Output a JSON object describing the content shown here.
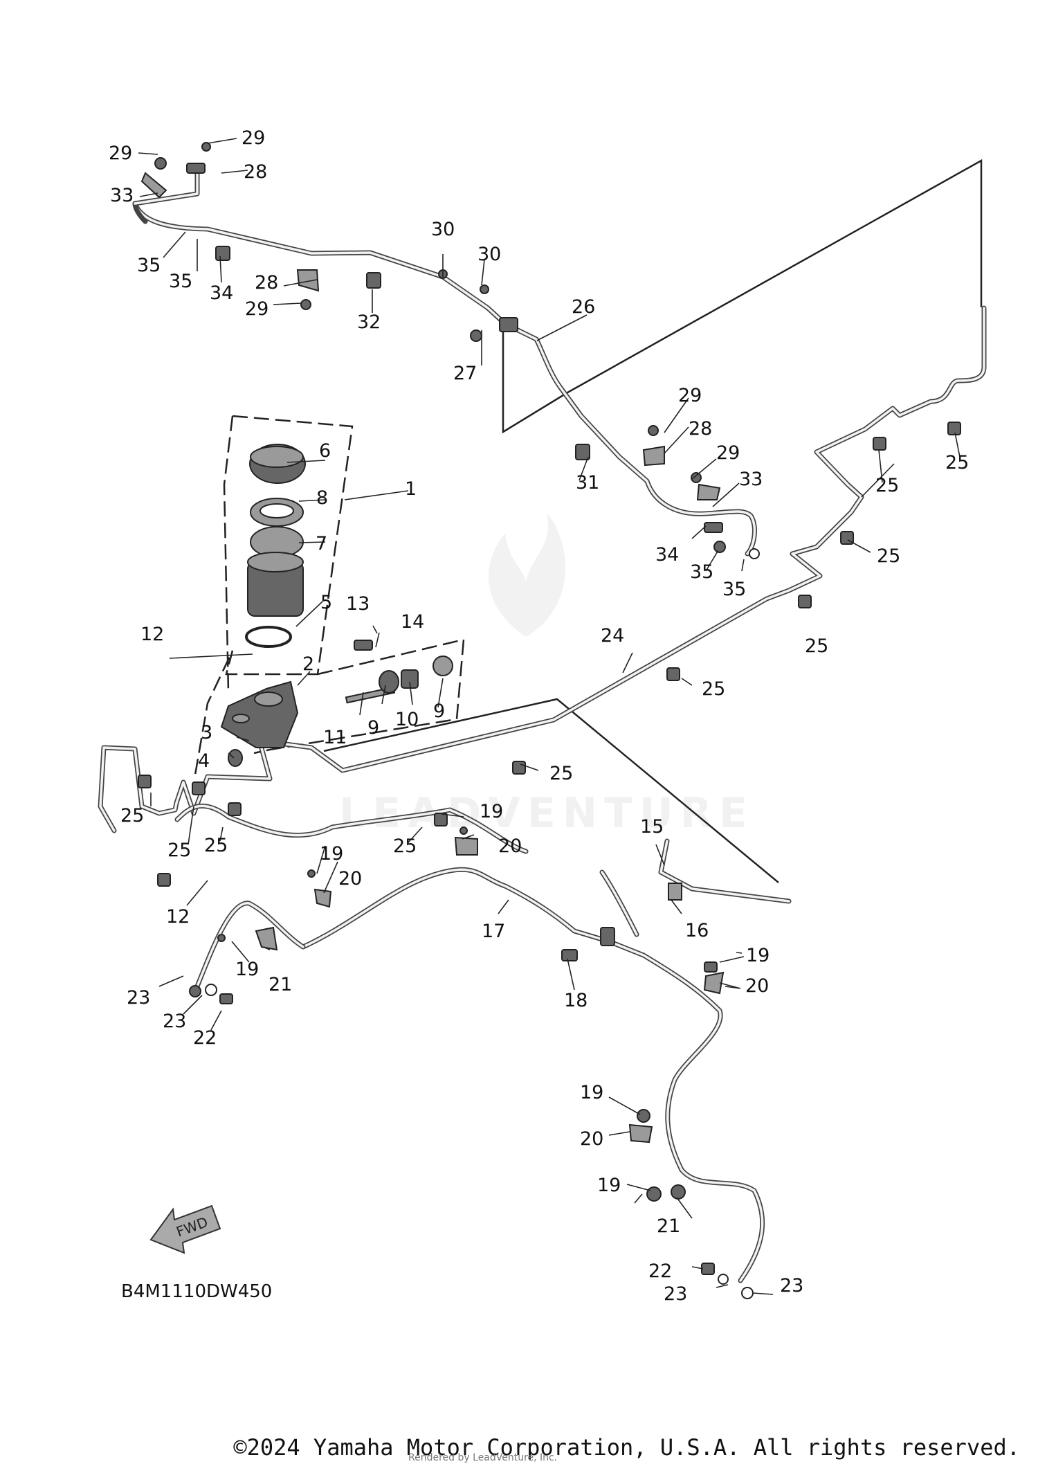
{
  "diagram": {
    "code": "B4M1110DW450",
    "fwd_label": "FWD",
    "watermark": "LEADVENTURE",
    "callouts": [
      {
        "text": "29"
      },
      {
        "text": "29"
      },
      {
        "text": "28"
      },
      {
        "text": "33"
      },
      {
        "text": "35"
      },
      {
        "text": "35"
      },
      {
        "text": "34"
      },
      {
        "text": "28"
      },
      {
        "text": "29"
      },
      {
        "text": "32"
      },
      {
        "text": "30"
      },
      {
        "text": "30"
      },
      {
        "text": "26"
      },
      {
        "text": "27"
      },
      {
        "text": "29"
      },
      {
        "text": "28"
      },
      {
        "text": "31"
      },
      {
        "text": "29"
      },
      {
        "text": "33"
      },
      {
        "text": "34"
      },
      {
        "text": "35"
      },
      {
        "text": "35"
      },
      {
        "text": "25"
      },
      {
        "text": "25"
      },
      {
        "text": "25"
      },
      {
        "text": "25"
      },
      {
        "text": "6"
      },
      {
        "text": "8"
      },
      {
        "text": "1"
      },
      {
        "text": "7"
      },
      {
        "text": "5"
      },
      {
        "text": "13"
      },
      {
        "text": "14"
      },
      {
        "text": "12"
      },
      {
        "text": "2"
      },
      {
        "text": "24"
      },
      {
        "text": "25"
      },
      {
        "text": "3"
      },
      {
        "text": "11"
      },
      {
        "text": "9"
      },
      {
        "text": "10"
      },
      {
        "text": "9"
      },
      {
        "text": "4"
      },
      {
        "text": "25"
      },
      {
        "text": "25"
      },
      {
        "text": "25"
      },
      {
        "text": "25"
      },
      {
        "text": "25"
      },
      {
        "text": "19"
      },
      {
        "text": "20"
      },
      {
        "text": "15"
      },
      {
        "text": "19"
      },
      {
        "text": "20"
      },
      {
        "text": "12"
      },
      {
        "text": "17"
      },
      {
        "text": "16"
      },
      {
        "text": "19"
      },
      {
        "text": "21"
      },
      {
        "text": "19"
      },
      {
        "text": "20"
      },
      {
        "text": "18"
      },
      {
        "text": "23"
      },
      {
        "text": "23"
      },
      {
        "text": "22"
      },
      {
        "text": "19"
      },
      {
        "text": "20"
      },
      {
        "text": "19"
      },
      {
        "text": "21"
      },
      {
        "text": "22"
      },
      {
        "text": "23"
      },
      {
        "text": "23"
      }
    ]
  },
  "footer": {
    "copyright": "©2024 Yamaha Motor Corporation, U.S.A. All rights reserved.",
    "rendered_by": "Rendered by LeadVenture, Inc."
  }
}
